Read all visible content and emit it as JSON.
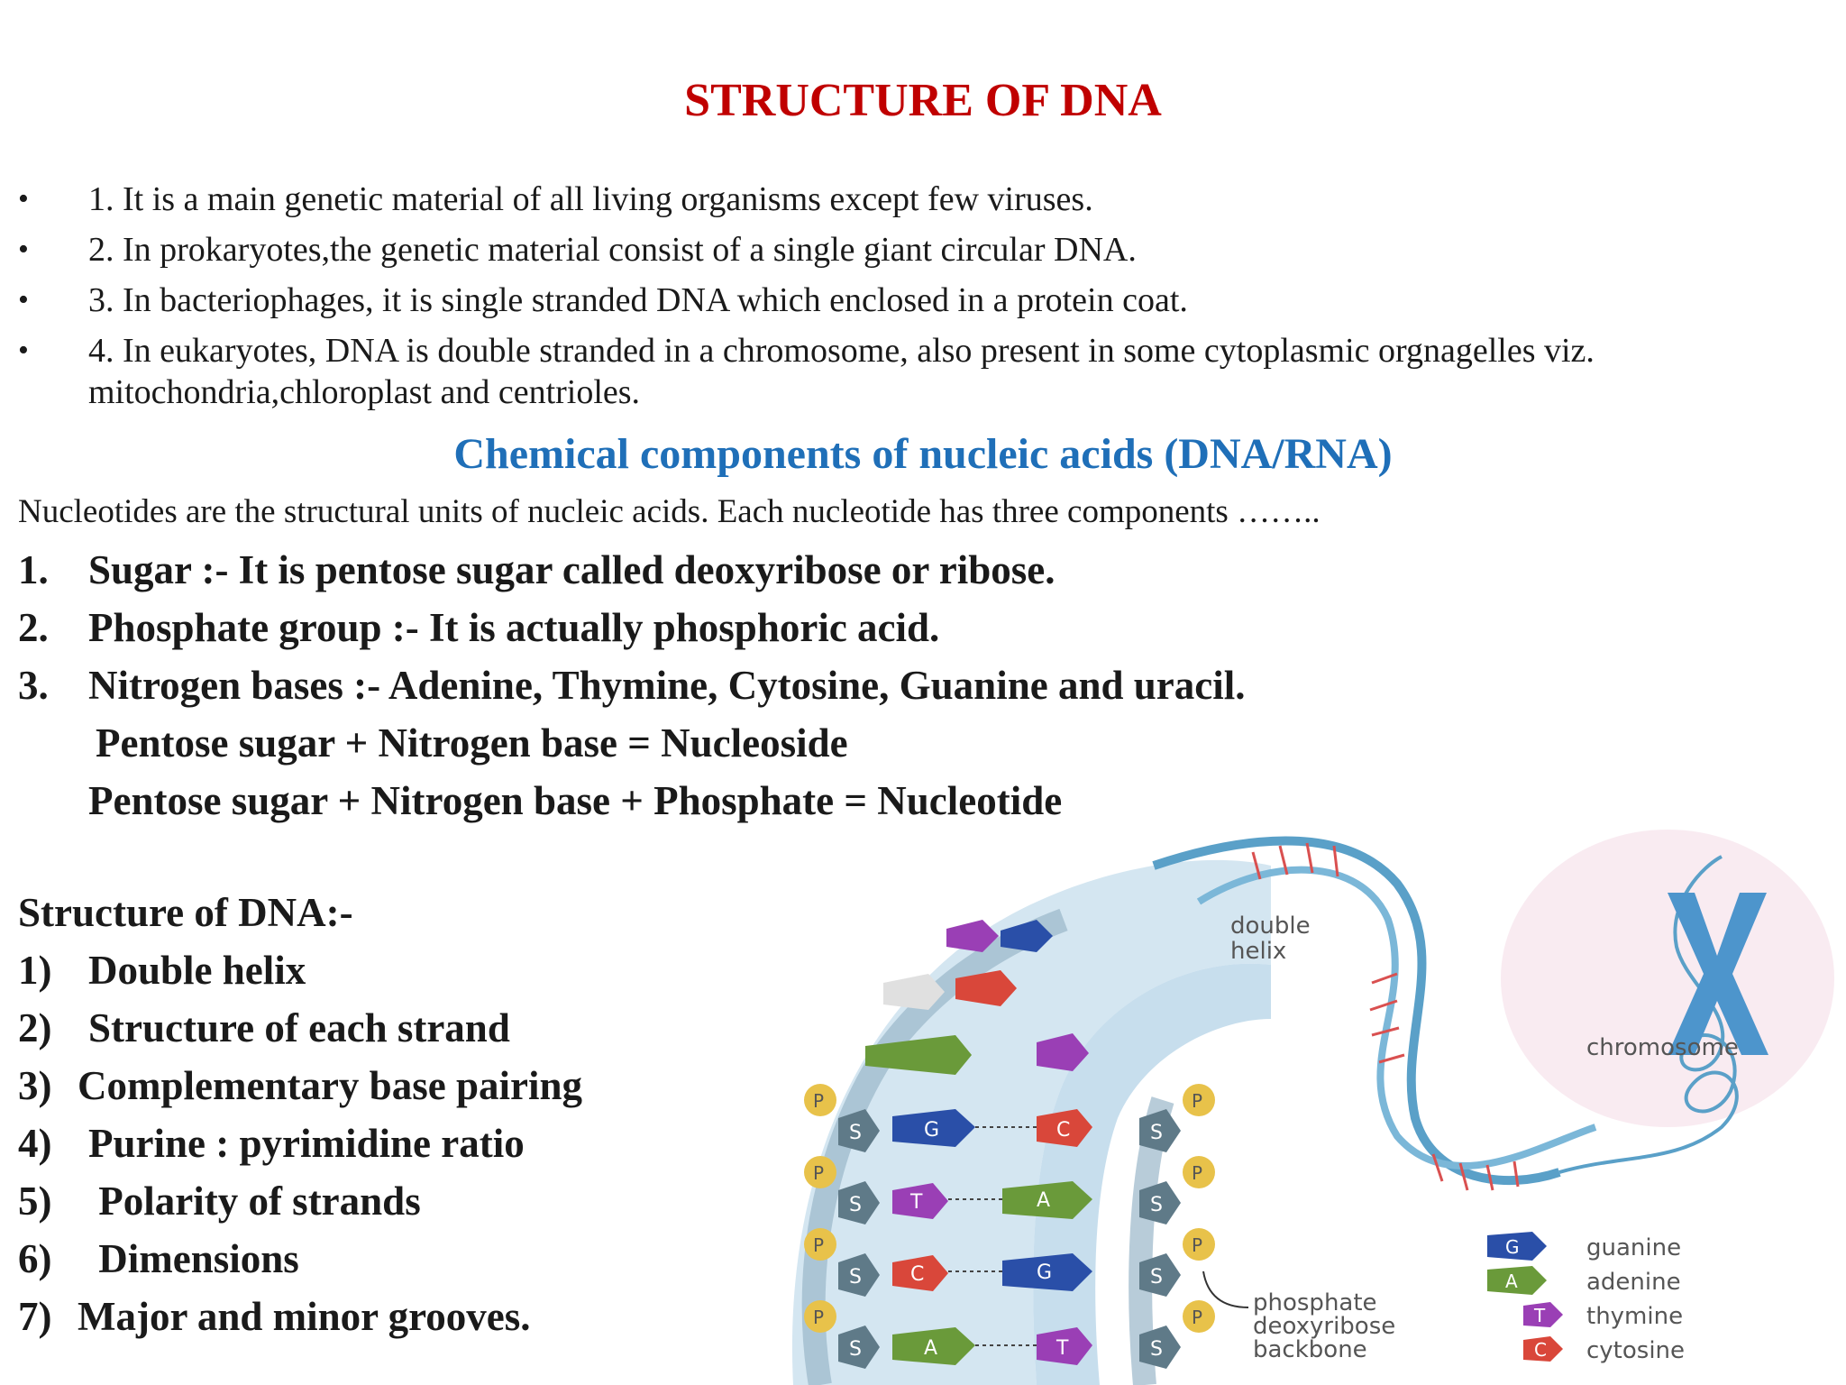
{
  "title": "STRUCTURE OF DNA",
  "bullets": [
    "1. It is a main genetic material of all living organisms except few viruses.",
    "2. In prokaryotes,the genetic material consist of a single giant circular DNA.",
    "3. In bacteriophages, it is single stranded DNA which enclosed in a protein coat.",
    "4. In eukaryotes, DNA is double stranded in a chromosome, also present in some cytoplasmic orgnagelles viz. mitochondria,chloroplast and centrioles."
  ],
  "subtitle": "Chemical components of nucleic acids (DNA/RNA)",
  "intro": "Nucleotides are the structural units of nucleic acids. Each nucleotide has three components ……..",
  "components": [
    {
      "num": "1.",
      "text": "Sugar :-  It is pentose sugar called deoxyribose or ribose."
    },
    {
      "num": "2.",
      "text": "Phosphate group :- It is actually phosphoric acid."
    },
    {
      "num": "3.",
      "text": "Nitrogen bases :- Adenine, Thymine, Cytosine, Guanine and uracil."
    }
  ],
  "equations": [
    "Pentose sugar + Nitrogen base = Nucleoside",
    "Pentose sugar + Nitrogen base + Phosphate  = Nucleotide"
  ],
  "structure": {
    "heading": "Structure of DNA:-",
    "items": [
      {
        "num": "1)",
        "text": "Double helix"
      },
      {
        "num": "2)",
        "text": "Structure of each strand"
      },
      {
        "num": "3)",
        "text": "Complementary base pairing"
      },
      {
        "num": "4)",
        "text": "Purine : pyrimidine ratio"
      },
      {
        "num": "5)",
        "text": " Polarity of strands"
      },
      {
        "num": "6)",
        "text": " Dimensions"
      },
      {
        "num": "7)",
        "text": "Major and minor grooves."
      }
    ]
  },
  "diagram": {
    "double_helix_label": [
      "double",
      "helix"
    ],
    "chromosome_label": "chromosome",
    "backbone_label": [
      "phosphate",
      "deoxyribose",
      "backbone"
    ],
    "phosphate_letter": "P",
    "sugar_letter": "S",
    "legend": [
      {
        "letter": "G",
        "label": "guanine",
        "color": "#2a4fa8"
      },
      {
        "letter": "A",
        "label": "adenine",
        "color": "#6a9a3a"
      },
      {
        "letter": "T",
        "label": "thymine",
        "color": "#9a3fb5"
      },
      {
        "letter": "C",
        "label": "cytosine",
        "color": "#d9473a"
      }
    ],
    "pairs": [
      {
        "left": "G",
        "right": "C"
      },
      {
        "left": "T",
        "right": "A"
      },
      {
        "left": "C",
        "right": "G"
      },
      {
        "left": "A",
        "right": "T"
      }
    ]
  }
}
